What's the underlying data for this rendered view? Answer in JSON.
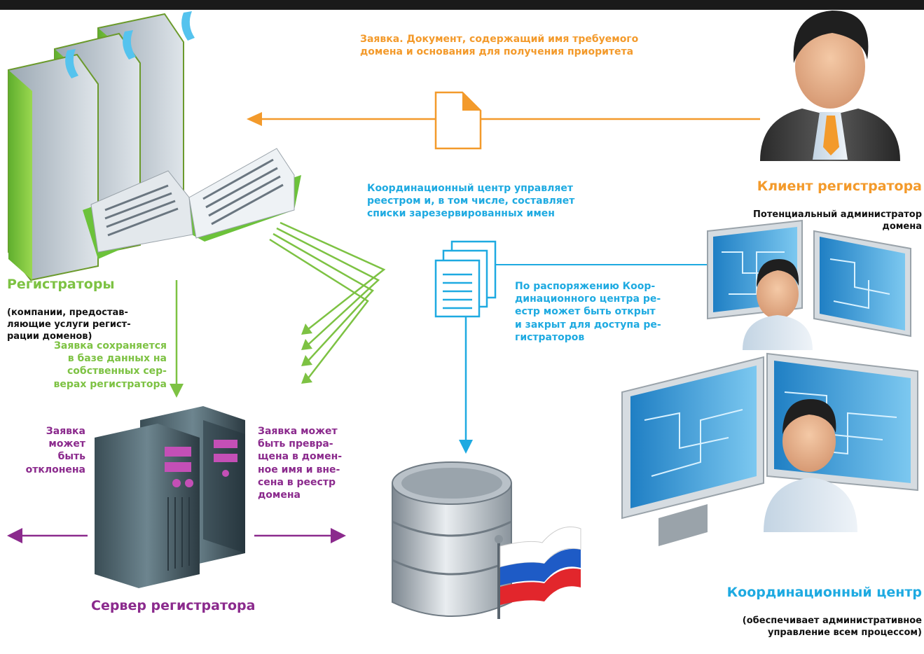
{
  "request_doc_text": "Заявка. Документ, содержащий имя требуемого\nдомена и основания для получения приоритета",
  "client": {
    "title": "Клиент регистратора",
    "subtitle": "Потенциальный администратор домена"
  },
  "coordination_text": "Координационный центр управляет\nреестром и, в том числе, составляет\nсписки зарезервированных имен",
  "registry_text": "По распоряжению Коор-\nдинационного центра ре-\nестр может быть открыт\nи закрыт для доступа ре-\nгистраторов",
  "registrars": {
    "title": "Регистраторы",
    "subtitle": "(компании, предостав-\nляющие услуги регист-\nрации доменов)"
  },
  "saved_text": "Заявка сохраняется\nв базе данных на\nсобственных сер-\nверах регистратора",
  "rejected_text": "Заявка\nможет\nбыть\nотклонена",
  "converted_text": "Заявка может\nбыть превра-\nщена в домен-\nное имя и вне-\nсена в реестр\nдомена",
  "server_title": "Сервер регистратора",
  "center": {
    "title": "Координационный центр",
    "subtitle": "(обеспечивает административное\nуправление всем процессом)"
  },
  "colors": {
    "orange": "#f39a2b",
    "blue": "#1eaae1",
    "green": "#7dc243",
    "purple": "#8b2a8d"
  }
}
